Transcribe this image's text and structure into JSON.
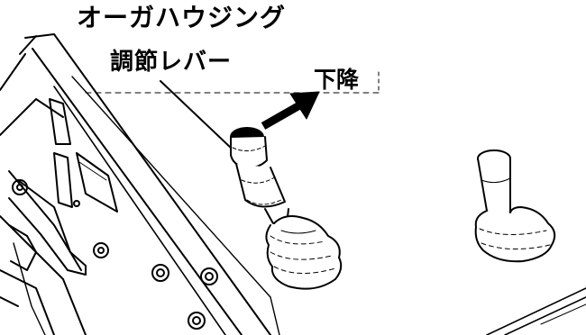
{
  "labels": {
    "part_name_line1": "オーガハウジング",
    "part_name_line2": "調節レバー",
    "direction": "下降"
  },
  "icons": {
    "arrow": "arrow-up-right-icon"
  },
  "colors": {
    "ink": "#000000",
    "paper": "#ffffff"
  }
}
